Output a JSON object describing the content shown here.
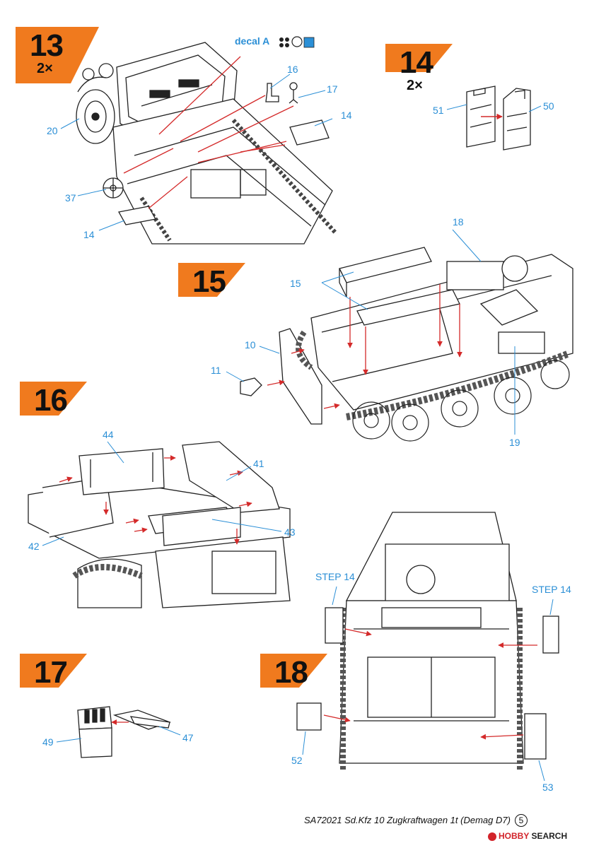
{
  "steps": [
    {
      "number": "13",
      "multiplier": "2×"
    },
    {
      "number": "14",
      "multiplier": "2×"
    },
    {
      "number": "15",
      "multiplier": ""
    },
    {
      "number": "16",
      "multiplier": ""
    },
    {
      "number": "17",
      "multiplier": ""
    },
    {
      "number": "18",
      "multiplier": ""
    }
  ],
  "labels": {
    "decal": "decal A",
    "p20": "20",
    "p37": "37",
    "p14a": "14",
    "p16": "16",
    "p17": "17",
    "p14b": "14",
    "p51": "51",
    "p50": "50",
    "p18": "18",
    "p15": "15",
    "p10": "10",
    "p11": "11",
    "p19": "19",
    "p44": "44",
    "p41": "41",
    "p42": "42",
    "p43": "43",
    "p49": "49",
    "p47": "47",
    "step14a": "STEP 14",
    "step14b": "STEP 14",
    "p52": "52",
    "p53": "53"
  },
  "footer": {
    "text": "SA72021  Sd.Kfz 10 Zugkraftwagen 1t (Demag D7)",
    "page": "5"
  },
  "watermark": {
    "brand": "HOBBY",
    "suffix": "SEARCH"
  },
  "colors": {
    "badge": "#f07a1e",
    "label": "#2b8fd6",
    "arrow": "#d42a2a",
    "line": "#222222"
  }
}
